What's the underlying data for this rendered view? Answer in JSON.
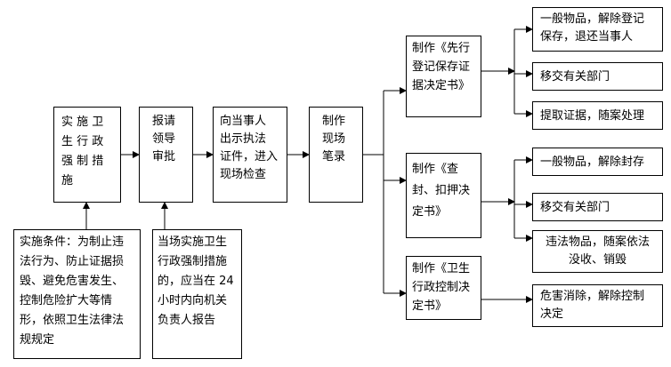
{
  "steps": {
    "s1": "实 施 卫\n生 行 政\n强 制 措\n施",
    "s2": "报请\n领导\n审批",
    "s3": "向当事人\n出示执法\n证件，进入\n现场检查",
    "s4": "制作\n现场\n笔录"
  },
  "notes": {
    "n1": "实施条件：为制止违法行为、防止证据损毁、避免危害发生、控制危险扩大等情形，依照卫生法律法规规定",
    "n2": "当场实施卫生行政强制措施的，应当在 24 小时内向机关负责人报告"
  },
  "branches": {
    "b1": "制作《先行登记保存证据决定书》",
    "b2": "制作《查封、扣押决定书》",
    "b3": "制作《卫生行政控制决定书》"
  },
  "results": {
    "r1": "一般物品，解除登记保存，退还当事人",
    "r2": "移交有关部门",
    "r3": "提取证据，随案处理",
    "r4": "一般物品，解除封存",
    "r5": "移交有关部门",
    "r6": "违法物品，随案依法\n没收、销毁",
    "r7": "危害消除，解除控制决定"
  }
}
